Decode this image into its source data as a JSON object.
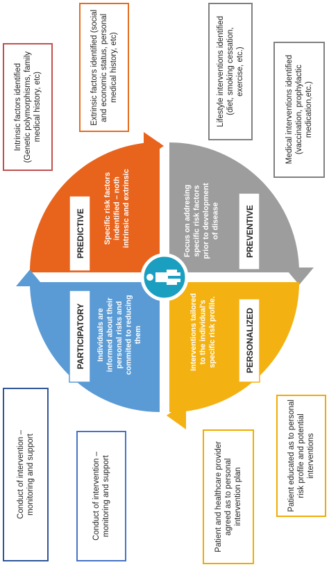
{
  "quadrants": {
    "predictive": {
      "title": "PREDICTIVE",
      "body": [
        "Specific risk factors",
        "indentified – noth",
        "intrinsic and extrinsic"
      ],
      "color": "#e8641d"
    },
    "preventive": {
      "title": "PREVENTIVE",
      "body": [
        "Focus on addresing",
        "specific risk factors",
        "prior to development",
        "of disease"
      ],
      "color": "#9d9d9d"
    },
    "participatory": {
      "title": "PARTICIPATORY",
      "body": [
        "Individuals are",
        "informed about their",
        "personal risks and",
        "commited to reducing",
        "them"
      ],
      "color": "#5b9bd5"
    },
    "personalized": {
      "title": "PERSONALIZED",
      "body": [
        "Interventions tailored",
        "to the individual's",
        "specific risk profile."
      ],
      "color": "#f3b211"
    }
  },
  "center_icon": "person-icon",
  "boxes": {
    "intrinsic": "Intrinsic factors identified\n(Genetic polymorphisms, family\nmedical history, etc)",
    "extrinsic": "Extrinsic factors identified (social\nand economic status, personal\nmedical history, etc)",
    "lifestyle": "Lifestyle interventions identified\n(diet, smoking cessation,\nexercise, etc.)",
    "medical": "Medical interventions identified\n(vaccination, prophylactic\nmedication,etc.)",
    "conduct_left": "Conduct of intervention –\nmonitoring and support",
    "conduct_right": "Conduct of intervention –\nmonitoring and support",
    "agreed": "Patient and healthcare provider\nagreed as to personal\nintervention plan",
    "educated": "Patient educated as to personal\nrisk profile and potential\ninterventions"
  }
}
